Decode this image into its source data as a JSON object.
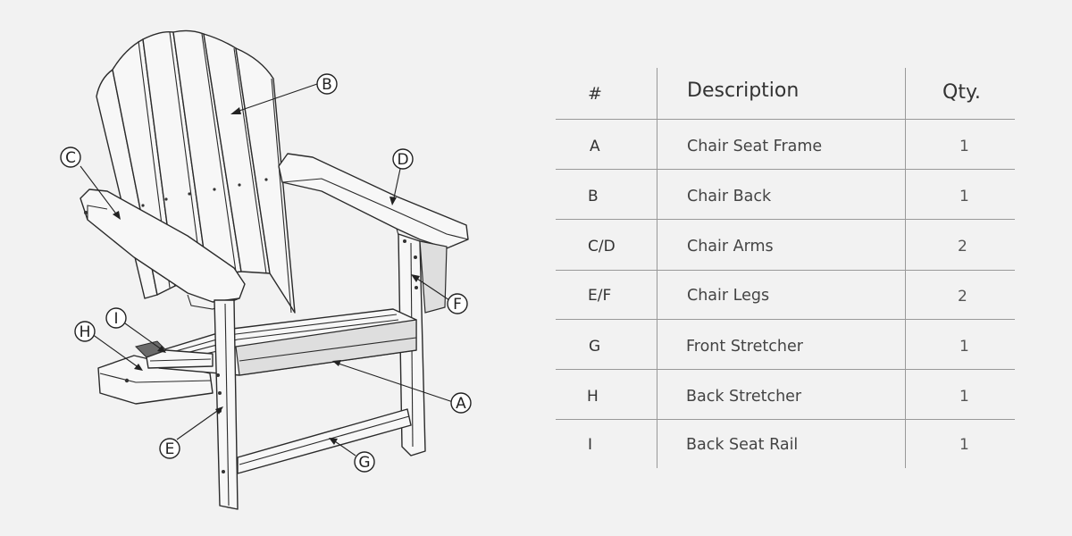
{
  "callouts": [
    "A",
    "B",
    "C",
    "D",
    "E",
    "F",
    "G",
    "H",
    "I"
  ],
  "table": {
    "headers": {
      "number": "#",
      "description": "Description",
      "qty": "Qty."
    },
    "rows": [
      {
        "id": "A",
        "description": "Chair Seat Frame",
        "qty": "1"
      },
      {
        "id": "B",
        "description": "Chair Back",
        "qty": "1"
      },
      {
        "id": "C/D",
        "description": "Chair Arms",
        "qty": "2"
      },
      {
        "id": "E/F",
        "description": "Chair Legs",
        "qty": "2"
      },
      {
        "id": "G",
        "description": "Front Stretcher",
        "qty": "1"
      },
      {
        "id": "H",
        "description": "Back Stretcher",
        "qty": "1"
      },
      {
        "id": "I",
        "description": "Back Seat Rail",
        "qty": "1"
      }
    ]
  }
}
